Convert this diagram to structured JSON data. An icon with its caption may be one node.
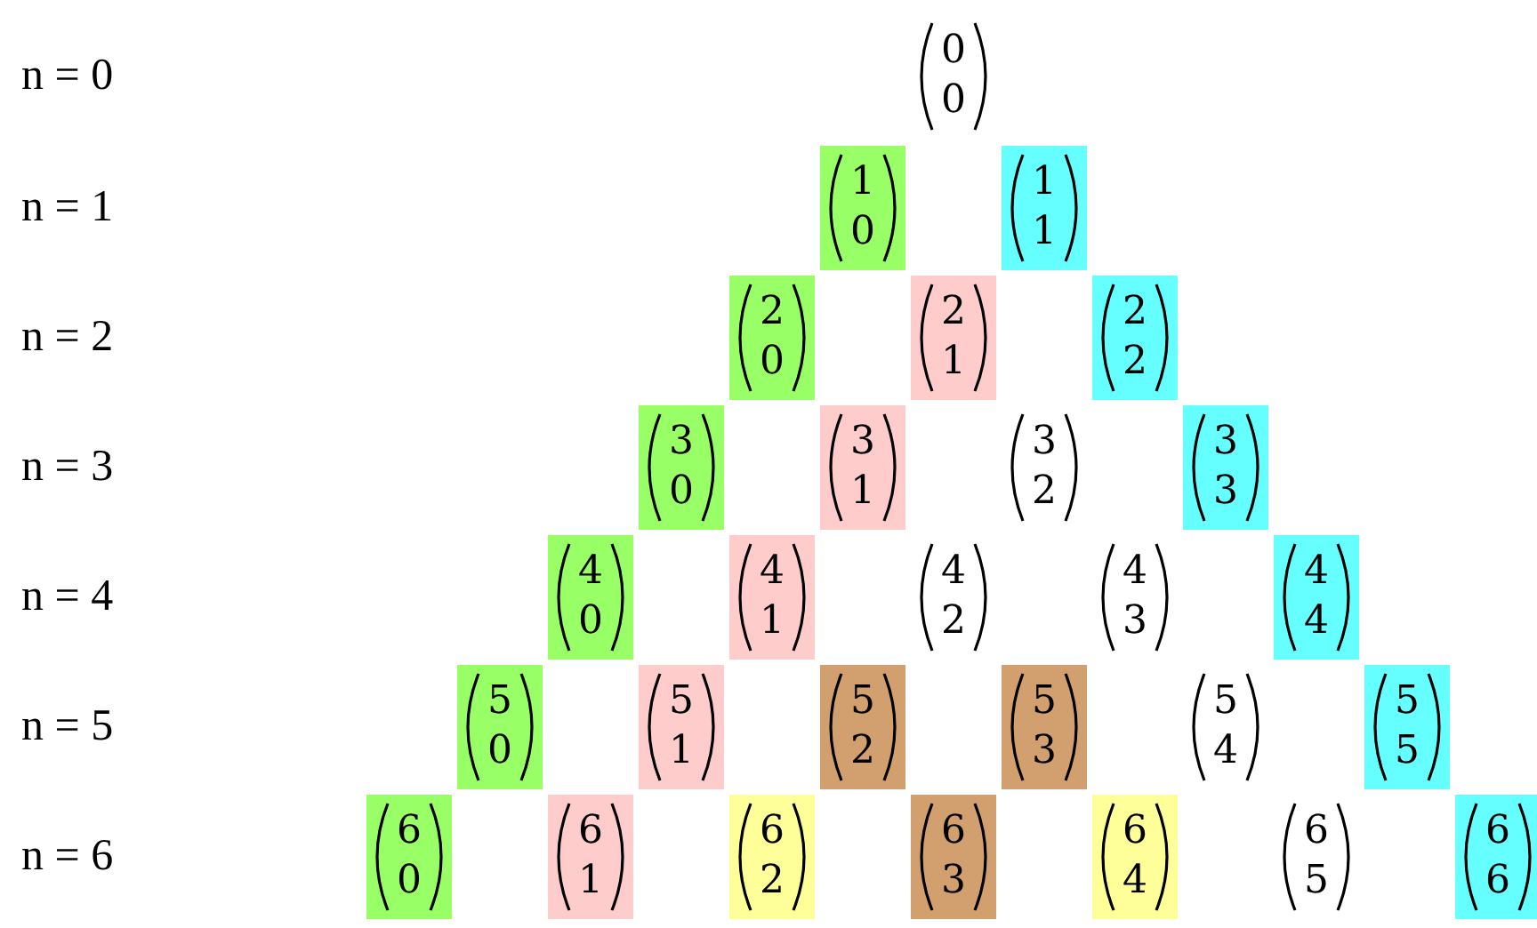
{
  "diagram": {
    "nodes": [
      {
        "text": [
          "0",
          "0"
        ]
      },
      {
        "text": [
          "1",
          "0"
        ]
      },
      {
        "text": [
          "1",
          "1"
        ]
      },
      {
        "text": [
          "2",
          "0"
        ]
      },
      {
        "text": [
          "2",
          "1"
        ]
      },
      {
        "text": [
          "2",
          "2"
        ]
      },
      {
        "text": [
          "3",
          "0"
        ]
      },
      {
        "text": [
          "3",
          "1"
        ]
      },
      {
        "text": [
          "3",
          "2"
        ]
      },
      {
        "text": [
          "3",
          "3"
        ]
      },
      {
        "text": [
          "4",
          "0"
        ]
      },
      {
        "text": [
          "4",
          "1"
        ]
      },
      {
        "text": [
          "4",
          "2"
        ]
      },
      {
        "text": [
          "4",
          "3"
        ]
      },
      {
        "text": [
          "4",
          "4"
        ]
      },
      {
        "text": [
          "5",
          "0"
        ]
      },
      {
        "text": [
          "5",
          "1"
        ]
      },
      {
        "text": [
          "5",
          "2"
        ]
      },
      {
        "text": [
          "5",
          "3"
        ]
      },
      {
        "text": [
          "5",
          "4"
        ]
      },
      {
        "text": [
          "5",
          "5"
        ]
      },
      {
        "text": [
          "6",
          "0"
        ]
      },
      {
        "text": [
          "6",
          "1"
        ]
      },
      {
        "text": [
          "6",
          "2"
        ]
      },
      {
        "text": [
          "6",
          "3"
        ]
      },
      {
        "text": [
          "6",
          "4"
        ]
      },
      {
        "text": [
          "6",
          "5"
        ]
      },
      {
        "text": [
          "6",
          "6"
        ]
      }
    ],
    "labels": [
      "n = 0",
      "n = 1",
      "n = 2",
      "n = 3",
      "n = 4",
      "n = 5",
      "n = 6"
    ]
  }
}
